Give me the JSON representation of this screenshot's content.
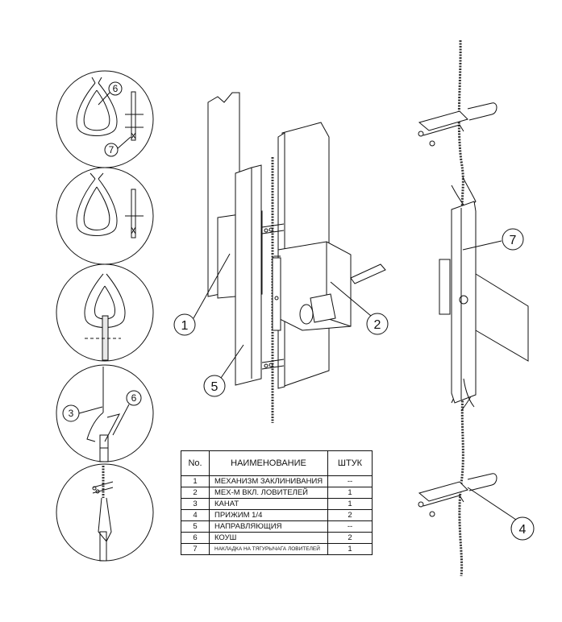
{
  "callouts": {
    "c1": "1",
    "c2": "2",
    "c3": "3",
    "c4": "4",
    "c5": "5",
    "c6a": "6",
    "c6b": "6",
    "c7a": "7",
    "c7b": "7"
  },
  "table": {
    "headers": {
      "no": "No.",
      "name": "НАИМЕНОВАНИЕ",
      "qty": "ШТУК"
    },
    "rows": [
      {
        "no": "1",
        "name": "МЕХАНИЗМ ЗАКЛИНИВАНИЯ",
        "qty": "--"
      },
      {
        "no": "2",
        "name": "МЕХ-М ВКЛ. ЛОВИТЕЛЕЙ",
        "qty": "1"
      },
      {
        "no": "3",
        "name": "КАНАТ",
        "qty": "1"
      },
      {
        "no": "4",
        "name": "ПРИЖИМ 1/4",
        "qty": "2"
      },
      {
        "no": "5",
        "name": "НАПРАВЛЯЮЩИЯ",
        "qty": "--"
      },
      {
        "no": "6",
        "name": "КОУШ",
        "qty": "2"
      },
      {
        "no": "7",
        "name": "НАКЛАДКА НА ТЯГУРЫЧАГА ЛОВИТЕЛЕЙ",
        "qty": "1"
      }
    ]
  }
}
